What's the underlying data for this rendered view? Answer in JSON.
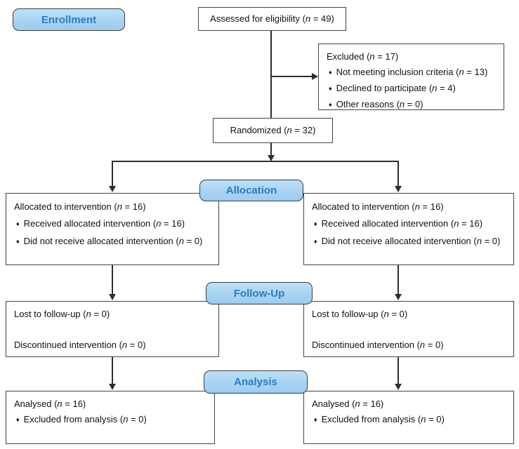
{
  "colors": {
    "badge_fill": "#a9d3f3",
    "badge_text": "#2b7cc0",
    "line": "#2e2e2e",
    "box_border": "#454545"
  },
  "icons": {
    "bullet_char": "♦"
  },
  "stages": {
    "enrollment_label": "Enrollment",
    "allocation_label": "Allocation",
    "followup_label": "Follow-Up",
    "analysis_label": "Analysis"
  },
  "boxes": {
    "assessed": {
      "text": "Assessed for eligibility (n = 49)"
    },
    "excluded": {
      "title": "Excluded (n = 17)",
      "items": [
        "Not meeting inclusion criteria (n = 13)",
        "Declined to participate (n = 4)",
        "Other reasons (n = 0)"
      ]
    },
    "randomized": {
      "text": "Randomized (n = 32)"
    },
    "allocation_left": {
      "title": "Allocated to intervention (n = 16)",
      "items": [
        "Received allocated intervention (n = 16)",
        "Did not receive allocated intervention (n = 0)"
      ]
    },
    "allocation_right": {
      "title": "Allocated to intervention (n = 16)",
      "items": [
        "Received allocated intervention (n = 16)",
        "Did not receive allocated intervention (n = 0)"
      ]
    },
    "followup_left": {
      "line1": "Lost to follow-up (n = 0)",
      "line2": "Discontinued intervention (n = 0)"
    },
    "followup_right": {
      "line1": "Lost to follow-up (n = 0)",
      "line2": "Discontinued intervention (n = 0)"
    },
    "analysis_left": {
      "title": "Analysed (n = 16)",
      "items": [
        "Excluded from analysis (n = 0)"
      ]
    },
    "analysis_right": {
      "title": "Analysed (n = 16)",
      "items": [
        "Excluded from analysis (n = 0)"
      ]
    }
  }
}
